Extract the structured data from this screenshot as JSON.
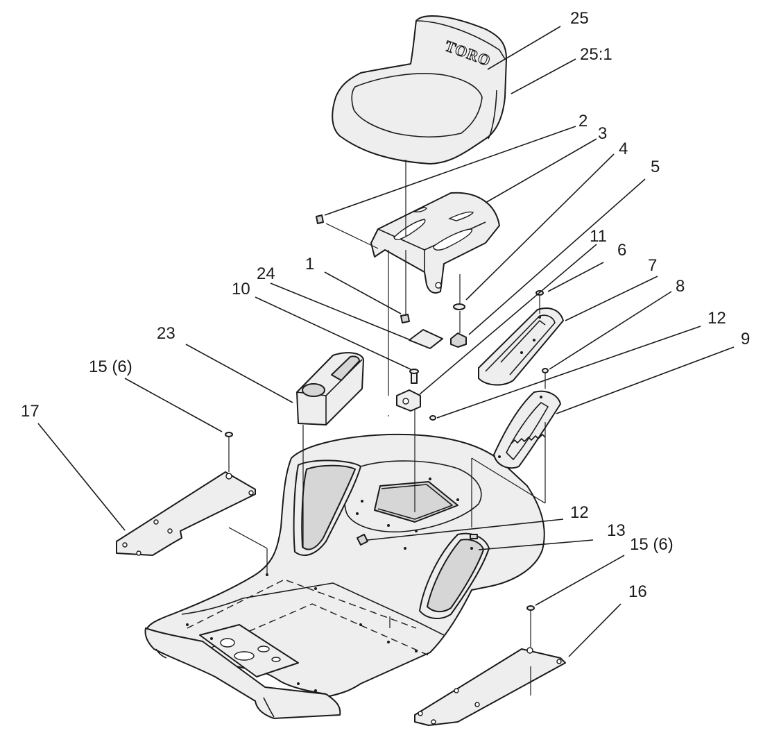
{
  "brand": "TORO",
  "callouts": {
    "c25": "25",
    "c25_1": "25:1",
    "c2": "2",
    "c3": "3",
    "c4": "4",
    "c5": "5",
    "c11": "11",
    "c6": "6",
    "c1": "1",
    "c24": "24",
    "c7": "7",
    "c10": "10",
    "c8": "8",
    "c12_top": "12",
    "c9": "9",
    "c23": "23",
    "c15_left": "15 (6)",
    "c17": "17",
    "c12_bottom": "12",
    "c13": "13",
    "c15_right": "15 (6)",
    "c16": "16"
  }
}
